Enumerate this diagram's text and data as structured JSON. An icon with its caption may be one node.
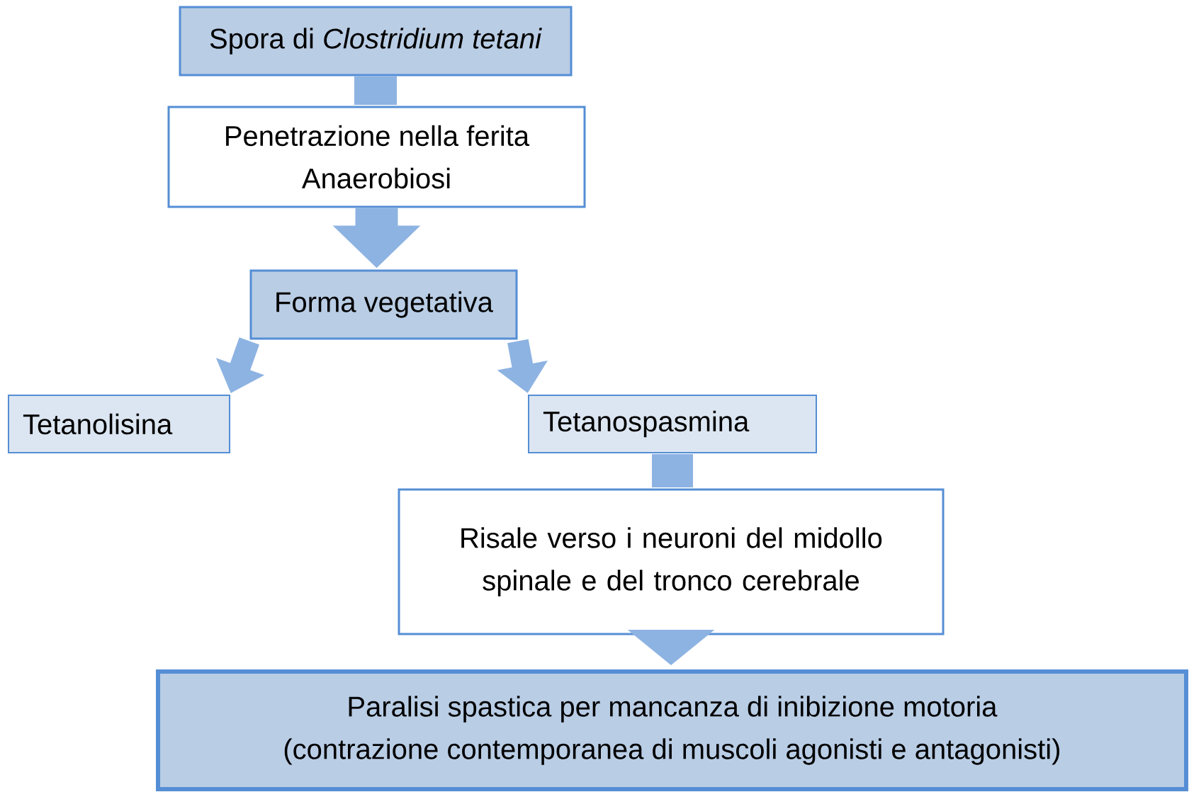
{
  "diagram": {
    "nodes": [
      {
        "text": [
          "Spora di *Clostridium tetani*"
        ]
      },
      {
        "text": [
          "Penetrazione nella ferita",
          "Anaerobiosi"
        ]
      },
      {
        "text": [
          "Forma vegetativa"
        ]
      },
      {
        "text": [
          "Tetanolisina"
        ]
      },
      {
        "text": [
          "Tetanospasmina"
        ]
      },
      {
        "text": [
          "Risale verso i neuroni del midollo spinale e del tronco cerebrale"
        ]
      },
      {
        "text": [
          "Paralisi spastica per mancanza di inibizione motoria",
          "(contrazione contemporanea di muscoli agonisti e antagonisti)"
        ]
      }
    ],
    "edges": [
      {
        "from": 0,
        "to": 1,
        "arrow": "none"
      },
      {
        "from": 1,
        "to": 2,
        "arrow": "to"
      },
      {
        "from": 2,
        "to": 3,
        "arrow": "to"
      },
      {
        "from": 2,
        "to": 4,
        "arrow": "to"
      },
      {
        "from": 4,
        "to": 5,
        "arrow": "none"
      },
      {
        "from": 5,
        "to": 6,
        "arrow": "to"
      }
    ]
  }
}
